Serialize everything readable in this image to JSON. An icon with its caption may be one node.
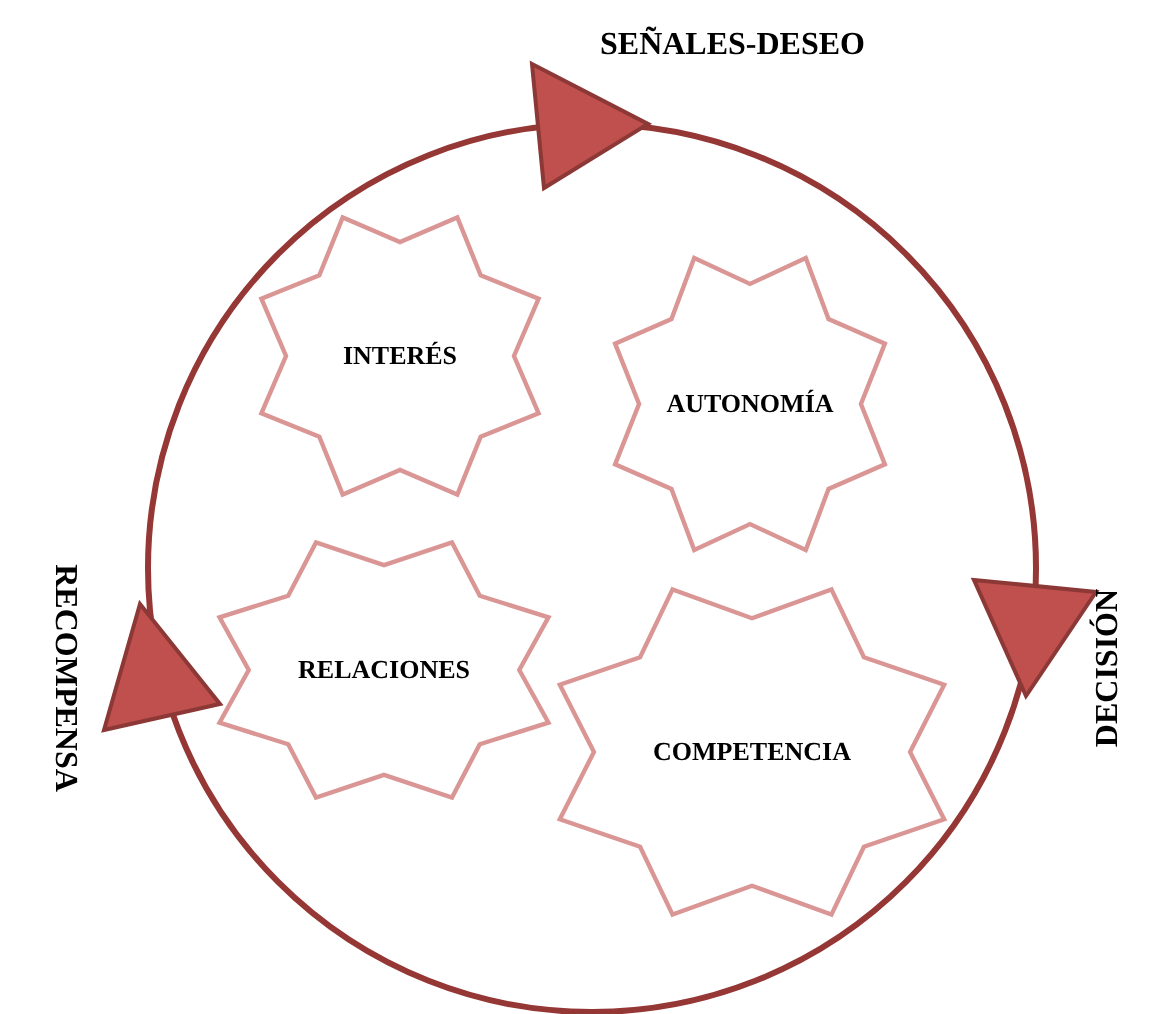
{
  "diagram": {
    "nodes": [
      {
        "text": [
          "INTERÉS"
        ]
      },
      {
        "text": [
          "AUTONOMÍA"
        ]
      },
      {
        "text": [
          "RELACIONES"
        ]
      },
      {
        "text": [
          "COMPETENCIA"
        ]
      }
    ],
    "labels": [
      "SEÑALES-DESEO",
      "DECISIÓN",
      "RECOMPENSA"
    ]
  }
}
